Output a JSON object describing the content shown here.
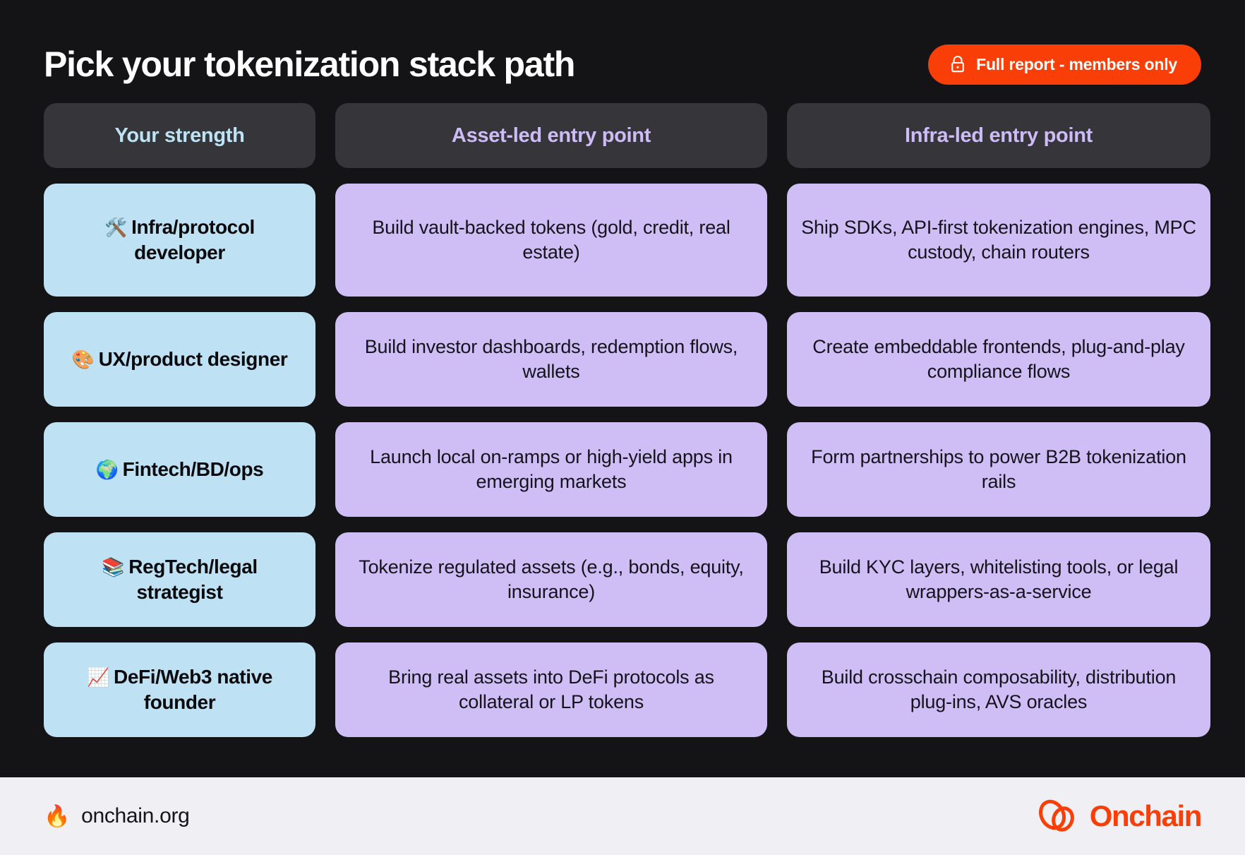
{
  "header": {
    "title": "Pick your tokenization stack path",
    "badge": {
      "label": "Full report - members only",
      "icon": "lock-icon",
      "bg_color": "#F93E07",
      "text_color": "#FFFFFF"
    }
  },
  "table": {
    "columns": [
      {
        "label": "Your strength",
        "color": "#BDE3F4"
      },
      {
        "label": "Asset-led entry point",
        "color": "#CDBCF5"
      },
      {
        "label": "Infra-led entry point",
        "color": "#CDBCF5"
      }
    ],
    "header_bg": "#35353A",
    "strength_bg": "#BEE1F3",
    "path_bg": "#CFBDF5",
    "rows": [
      {
        "emoji": "🛠️",
        "emoji_name": "hammer-and-wrench-emoji",
        "strength": "Infra/protocol developer",
        "asset_led": "Build vault-backed tokens (gold, credit, real estate)",
        "infra_led": "Ship SDKs, API-first tokenization engines, MPC custody, chain routers"
      },
      {
        "emoji": "🎨",
        "emoji_name": "artist-palette-emoji",
        "strength": "UX/product designer",
        "asset_led": "Build investor dashboards, redemption flows, wallets",
        "infra_led": "Create embeddable frontends, plug-and-play compliance flows"
      },
      {
        "emoji": "🌍",
        "emoji_name": "globe-emoji",
        "strength": "Fintech/BD/ops",
        "asset_led": "Launch local on-ramps or high-yield apps in emerging markets",
        "infra_led": "Form partnerships to power B2B tokenization rails"
      },
      {
        "emoji": "📚",
        "emoji_name": "books-emoji",
        "strength": "RegTech/legal strategist",
        "asset_led": "Tokenize regulated assets (e.g., bonds, equity, insurance)",
        "infra_led": "Build KYC layers, whitelisting tools, or legal wrappers-as-a-service"
      },
      {
        "emoji": "📈",
        "emoji_name": "chart-increasing-emoji",
        "strength": "DeFi/Web3 native founder",
        "asset_led": "Bring real assets into DeFi protocols as collateral or LP tokens",
        "infra_led": "Build crosschain composability, distribution plug-ins, AVS oracles"
      }
    ]
  },
  "footer": {
    "site_emoji": "🔥",
    "site_label": "onchain.org",
    "brand_name": "Onchain",
    "brand_color": "#F93E07",
    "bg_color": "#F0EFF4"
  }
}
